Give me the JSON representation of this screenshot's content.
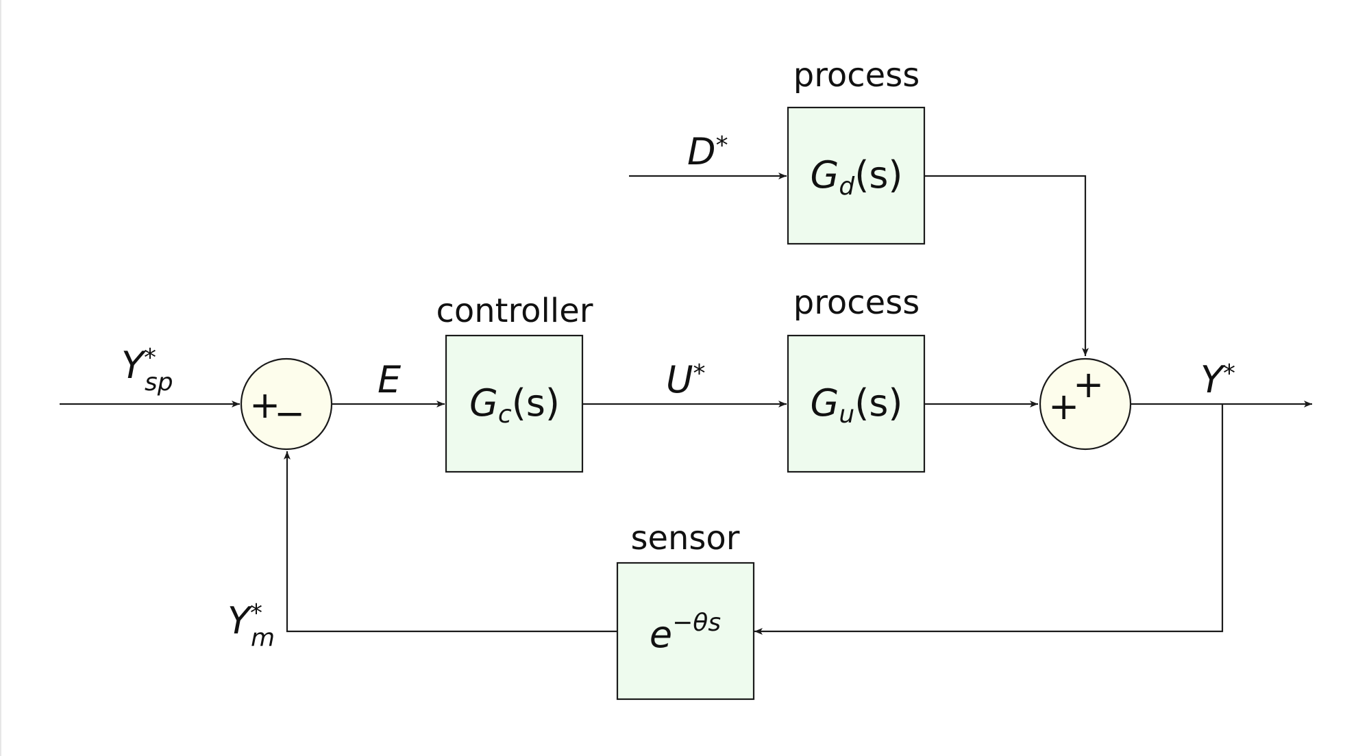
{
  "blocks": {
    "disturbance_process": {
      "caption": "process",
      "tf_symbol": "G",
      "tf_sub": "d",
      "tf_arg": "(s)"
    },
    "controller": {
      "caption": "controller",
      "tf_symbol": "G",
      "tf_sub": "c",
      "tf_arg": "(s)"
    },
    "process": {
      "caption": "process",
      "tf_symbol": "G",
      "tf_sub": "u",
      "tf_arg": "(s)"
    },
    "sensor": {
      "caption": "sensor",
      "tf_base": "e",
      "tf_exp": "−θs"
    }
  },
  "signals": {
    "setpoint": {
      "symbol": "Y",
      "sup": "*",
      "sub": "sp"
    },
    "error": {
      "symbol": "E"
    },
    "manipulated": {
      "symbol": "U",
      "sup": "*"
    },
    "disturbance": {
      "symbol": "D",
      "sup": "*"
    },
    "output": {
      "symbol": "Y",
      "sup": "*"
    },
    "measured": {
      "symbol": "Y",
      "sup": "*",
      "sub": "m"
    }
  },
  "summing_junctions": {
    "comparator": {
      "sign_left": "+",
      "sign_bottom": "−"
    },
    "output_sum": {
      "sign_left": "+",
      "sign_top": "+"
    }
  }
}
